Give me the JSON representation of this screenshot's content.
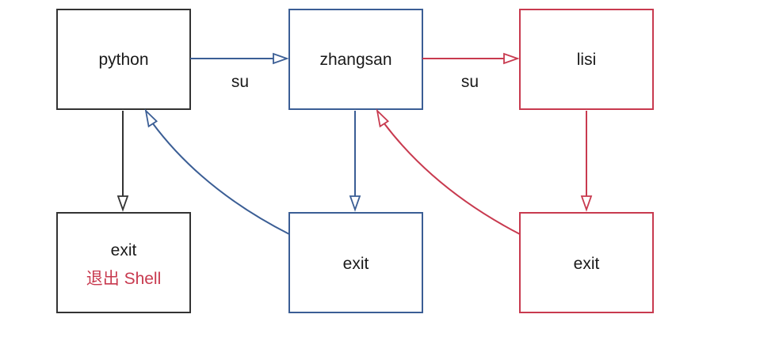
{
  "colors": {
    "black": "#333333",
    "blue": "#3b5e95",
    "red": "#c83a4f"
  },
  "nodes": {
    "python": {
      "label": "python"
    },
    "zhangsan": {
      "label": "zhangsan"
    },
    "lisi": {
      "label": "lisi"
    },
    "exit_python": {
      "label": "exit",
      "sublabel": "退出 Shell"
    },
    "exit_zhangsan": {
      "label": "exit"
    },
    "exit_lisi": {
      "label": "exit"
    }
  },
  "edges": {
    "python_to_zhangsan": {
      "label": "su"
    },
    "zhangsan_to_lisi": {
      "label": "su"
    }
  }
}
